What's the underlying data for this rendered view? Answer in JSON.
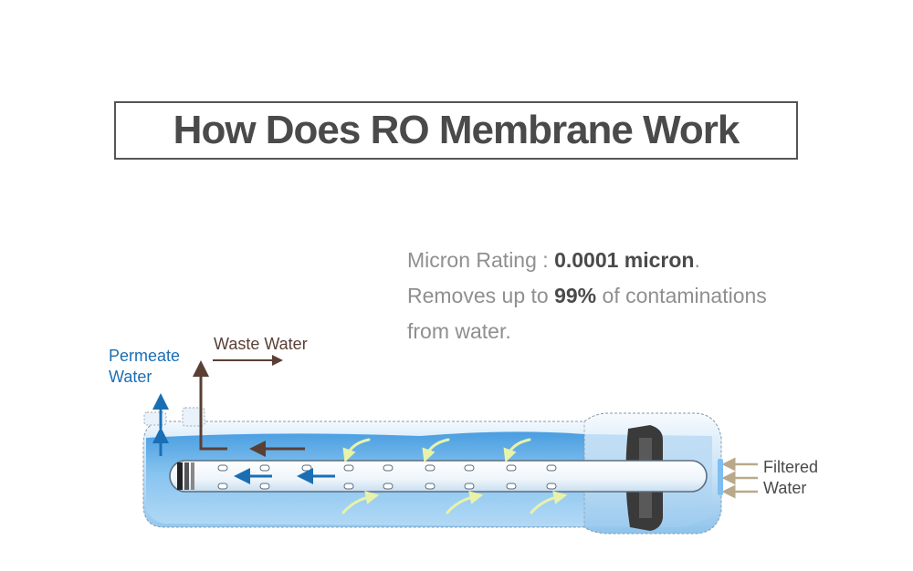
{
  "title": "How Does RO Membrane Work",
  "description": {
    "line1_prefix": "Micron Rating : ",
    "line1_value": "0.0001 micron",
    "line1_suffix": ".",
    "line2_prefix": "Removes up to ",
    "line2_value": "99%",
    "line2_suffix": " of contaminations",
    "line3": "from water."
  },
  "labels": {
    "permeate_line1": "Permeate",
    "permeate_line2": "Water",
    "waste": "Waste Water",
    "filtered_line1": "Filtered",
    "filtered_line2": "Water"
  },
  "colors": {
    "permeate": "#1a6fb4",
    "waste": "#5a3f35",
    "filtered": "#b9a98a",
    "water": "#3b9be0",
    "flow": "#e8f2a8"
  }
}
